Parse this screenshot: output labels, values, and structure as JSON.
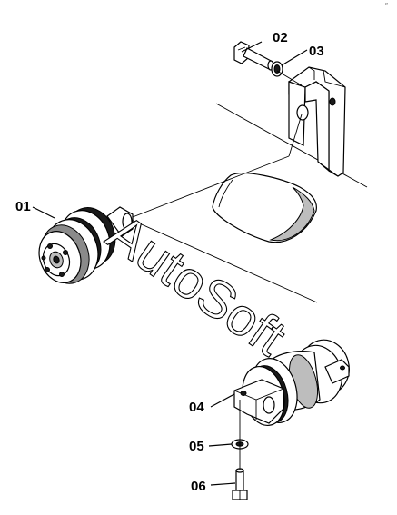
{
  "diagram": {
    "callouts": [
      {
        "id": "01",
        "label": "01"
      },
      {
        "id": "02",
        "label": "02"
      },
      {
        "id": "03",
        "label": "03"
      },
      {
        "id": "04",
        "label": "04"
      },
      {
        "id": "05",
        "label": "05"
      },
      {
        "id": "06",
        "label": "06"
      }
    ],
    "watermark": "AutoSoft",
    "corner_mark": "″"
  }
}
